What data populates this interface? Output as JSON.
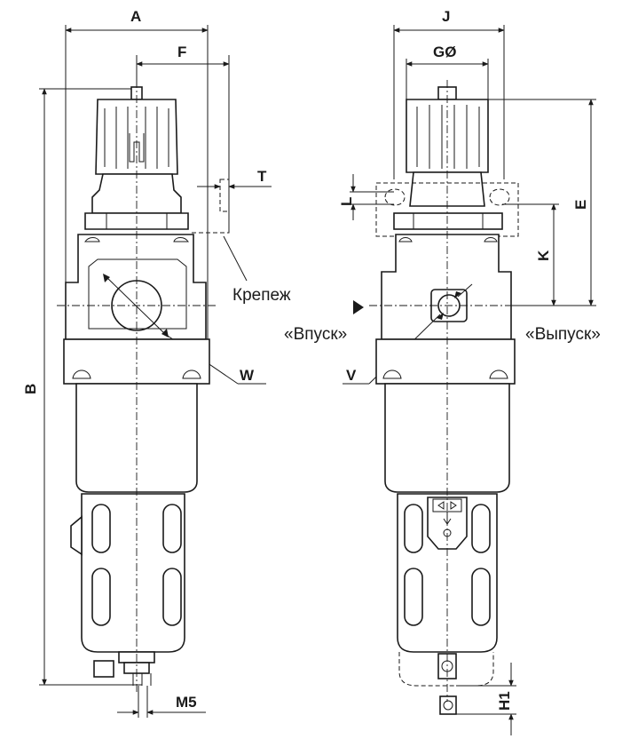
{
  "dimensions": {
    "A": "A",
    "F": "F",
    "T": "T",
    "B": "B",
    "W": "W",
    "M5": "M5",
    "J": "J",
    "G": "GØ",
    "L": "L",
    "E": "E",
    "K": "K",
    "V": "V",
    "H1": "H1"
  },
  "callouts": {
    "mount": "Крепеж",
    "inlet": "«Впуск»",
    "outlet": "«Выпуск»"
  },
  "colors": {
    "line": "#1a1a1a",
    "background": "#ffffff"
  }
}
